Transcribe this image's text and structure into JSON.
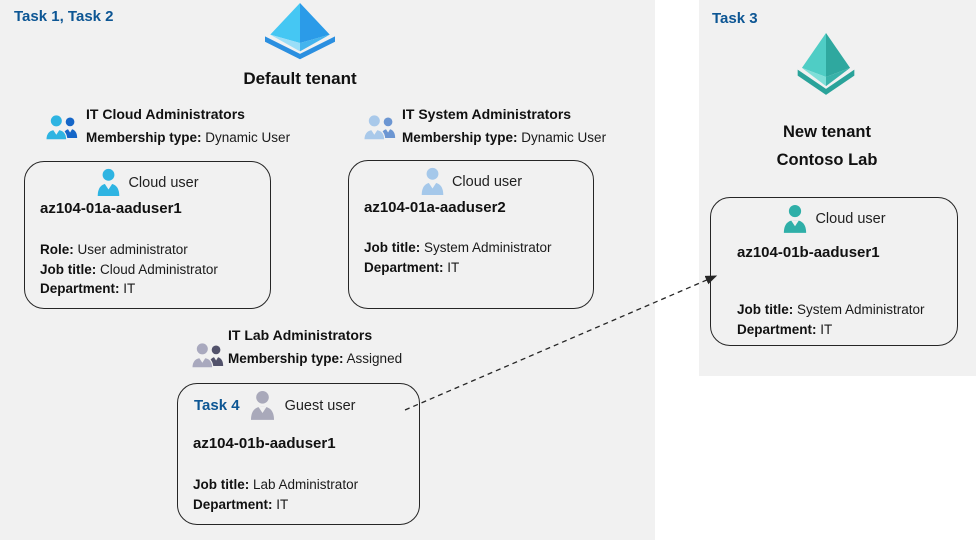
{
  "left_panel": {
    "task_label": "Task 1, Task 2",
    "tenant_name": "Default tenant",
    "groups": [
      {
        "name": "IT Cloud Administrators",
        "membership_label": "Membership type:",
        "membership_value": "Dynamic User"
      },
      {
        "name": "IT System Administrators",
        "membership_label": "Membership type:",
        "membership_value": "Dynamic User"
      },
      {
        "name": "IT Lab Administrators",
        "membership_label": "Membership type:",
        "membership_value": "Assigned"
      }
    ],
    "cards": [
      {
        "type_label": "Cloud user",
        "username": "az104-01a-aaduser1",
        "fields": [
          {
            "label": "Role:",
            "value": "User administrator"
          },
          {
            "label": "Job title:",
            "value": "Cloud Administrator"
          },
          {
            "label": "Department:",
            "value": "IT"
          }
        ]
      },
      {
        "type_label": "Cloud user",
        "username": "az104-01a-aaduser2",
        "fields": [
          {
            "label": "Job title:",
            "value": "System Administrator"
          },
          {
            "label": "Department:",
            "value": "IT"
          }
        ]
      },
      {
        "task_label": "Task 4",
        "type_label": "Guest user",
        "username": "az104-01b-aaduser1",
        "fields": [
          {
            "label": "Job title:",
            "value": "Lab Administrator"
          },
          {
            "label": "Department:",
            "value": "IT"
          }
        ]
      }
    ]
  },
  "right_panel": {
    "task_label": "Task 3",
    "tenant_name_line1": "New tenant",
    "tenant_name_line2": "Contoso Lab",
    "card": {
      "type_label": "Cloud user",
      "username": "az104-01b-aaduser1",
      "fields": [
        {
          "label": "Job title:",
          "value": "System Administrator"
        },
        {
          "label": "Department:",
          "value": "IT"
        }
      ]
    }
  },
  "icons": {
    "left_tenant_icon": "azure-tenant-pyramid-blue",
    "right_tenant_icon": "azure-tenant-pyramid-teal",
    "group_icon": "two-users-group",
    "user_icon": "single-user-silhouette",
    "connector": "dashed-arrow"
  },
  "colors": {
    "task_label_blue": "#0d5694",
    "panel_bg": "#f1f1f1",
    "card_border": "#262626",
    "arrow_color": "#262626",
    "user_cyan": "#2eb4e2",
    "user_lightblue": "#a5c8ea",
    "user_gray": "#a9a9ba",
    "user_teal": "#2fafa8",
    "group_cloud_front": "#2eb4e2",
    "group_cloud_back": "#1566c8",
    "group_system_front": "#a9c9ea",
    "group_system_back": "#6c96d2",
    "group_lab_front": "#a9a9be",
    "group_lab_back": "#52526b",
    "pyr_blue_ul": "#45c7f3",
    "pyr_blue_ur": "#2b9be8",
    "pyr_blue_ll": "#9adef8",
    "pyr_blue_lr": "#44b4ee",
    "pyr_blue_base": "#2b8fe0",
    "pyr_teal_ul": "#4fcdc5",
    "pyr_teal_ur": "#2fa89f",
    "pyr_teal_ll": "#7edfd8",
    "pyr_teal_lr": "#38b2a9",
    "pyr_teal_base": "#2aa39a"
  }
}
